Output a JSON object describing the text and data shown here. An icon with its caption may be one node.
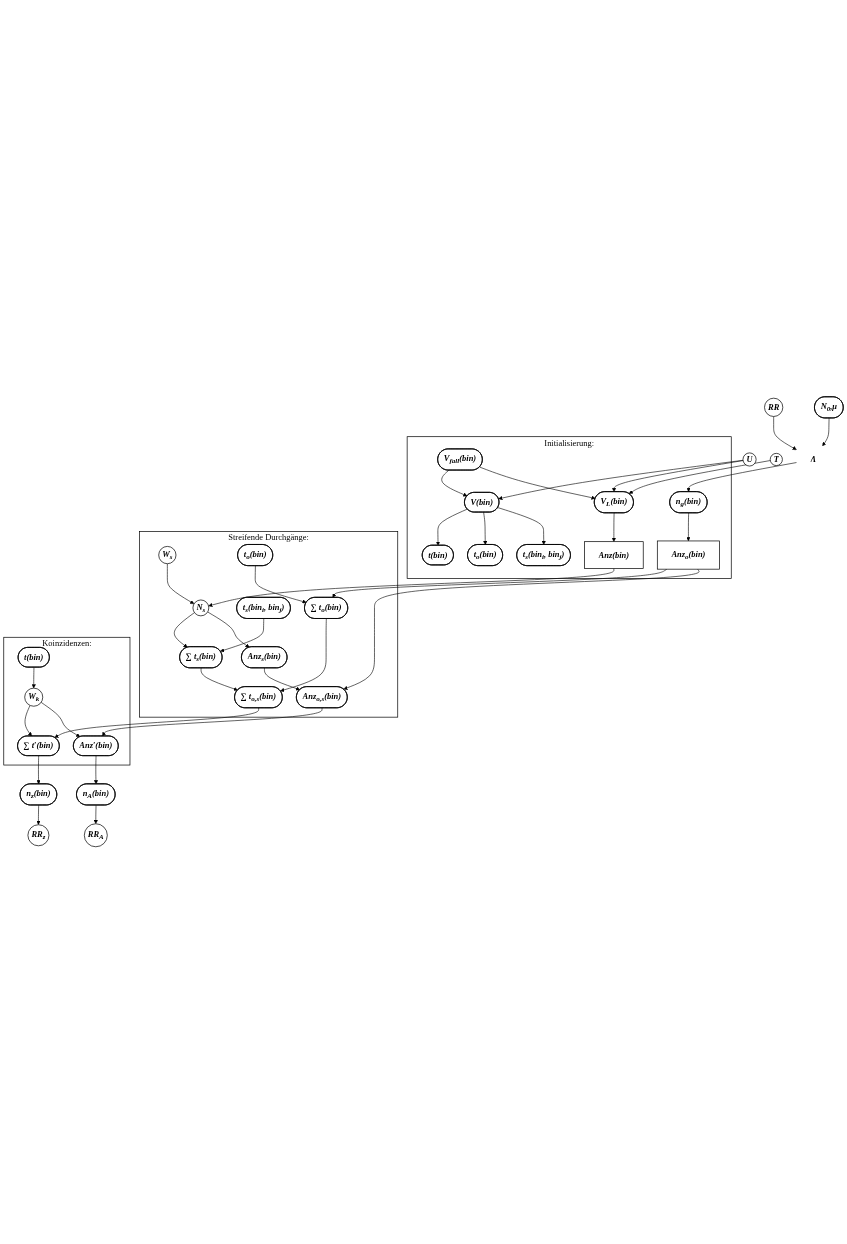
{
  "diagram": {
    "nodes": [
      {
        "text": [
          "U"
        ]
      },
      {
        "text": [
          "T"
        ]
      },
      {
        "text": [
          "RR"
        ]
      },
      {
        "text": [
          "N$_{0}$,μ"
        ]
      },
      {
        "text": [
          "Λ"
        ]
      },
      {
        "text": [
          "Initialisierung:"
        ]
      },
      {
        "text": [
          "V(bin)"
        ],
        "in": 5
      },
      {
        "text": [
          "V$_{fall}$(bin)"
        ],
        "in": 5
      },
      {
        "text": [
          "V$_{L}$(bin)"
        ],
        "in": 5
      },
      {
        "text": [
          "n$_{g}$(bin)"
        ],
        "in": 5
      },
      {
        "text": [
          "t(bin)"
        ],
        "in": 5
      },
      {
        "text": [
          "Anz(bin)"
        ],
        "in": 5
      },
      {
        "text": [
          "Anz$_{o}$(bin)"
        ],
        "in": 5
      },
      {
        "text": [
          "t$_{o}$(bin)"
        ],
        "in": 5
      },
      {
        "text": [
          "t$_{s}$(bin$_{i}$, bin$_{j}$)"
        ],
        "in": 5
      },
      {
        "text": [
          "Streifende Durchgänge:"
        ]
      },
      {
        "text": [
          "W$_{s}$"
        ],
        "in": 15
      },
      {
        "text": [
          "N$_{s}$"
        ],
        "in": 15
      },
      {
        "text": [
          "t$_{s}$(bin$_{i}$, bin$_{j}$)"
        ],
        "in": 15
      },
      {
        "text": [
          "t$_{o}$(bin)"
        ],
        "in": 15
      },
      {
        "text": [
          "∑ t$_{s}$(bin)"
        ],
        "in": 15
      },
      {
        "text": [
          "Anz$_{s}$(bin)"
        ],
        "in": 15
      },
      {
        "text": [
          "∑ t$_{o}$(bin)"
        ],
        "in": 15
      },
      {
        "text": [
          "∑ t$_{o,s}$(bin)"
        ],
        "in": 15
      },
      {
        "text": [
          "Anz$_{o,s}$(bin)"
        ],
        "in": 15
      },
      {
        "text": [
          "Koinzidenzen:"
        ]
      },
      {
        "text": [
          "t(bin)"
        ],
        "in": 25
      },
      {
        "text": [
          "W$_{k}$"
        ],
        "in": 25
      },
      {
        "text": [
          "∑ t′(bin)"
        ],
        "in": 25
      },
      {
        "text": [
          "Anz′(bin)"
        ],
        "in": 25
      },
      {
        "text": [
          "n$_{z}$(bin)"
        ]
      },
      {
        "text": [
          "n$_{A}$(bin)"
        ]
      },
      {
        "text": [
          "RR$_{z}$"
        ]
      },
      {
        "text": [
          "RR$_{A}$"
        ]
      }
    ],
    "edges": [
      {
        "from": 0,
        "to": 6,
        "arrow": "to"
      },
      {
        "from": 0,
        "to": 8,
        "arrow": "to"
      },
      {
        "from": 1,
        "to": 8,
        "arrow": "to"
      },
      {
        "from": 2,
        "to": 4,
        "arrow": "to"
      },
      {
        "from": 3,
        "to": 4,
        "arrow": "to"
      },
      {
        "from": 4,
        "to": 9,
        "arrow": "to"
      },
      {
        "from": 7,
        "to": 6,
        "arrow": "to"
      },
      {
        "from": 7,
        "to": 8,
        "arrow": "to"
      },
      {
        "from": 6,
        "to": 10,
        "arrow": "to"
      },
      {
        "from": 6,
        "to": 13,
        "arrow": "to"
      },
      {
        "from": 6,
        "to": 14,
        "arrow": "to"
      },
      {
        "from": 8,
        "to": 11,
        "arrow": "to"
      },
      {
        "from": 9,
        "to": 12,
        "arrow": "to"
      },
      {
        "from": 11,
        "to": 17,
        "arrow": "to"
      },
      {
        "from": 12,
        "to": 22,
        "arrow": "to"
      },
      {
        "from": 12,
        "to": 24,
        "arrow": "to"
      },
      {
        "from": 16,
        "to": 17,
        "arrow": "to"
      },
      {
        "from": 17,
        "to": 20,
        "arrow": "to"
      },
      {
        "from": 17,
        "to": 21,
        "arrow": "to"
      },
      {
        "from": 18,
        "to": 20,
        "arrow": "to"
      },
      {
        "from": 19,
        "to": 22,
        "arrow": "to"
      },
      {
        "from": 20,
        "to": 23,
        "arrow": "to"
      },
      {
        "from": 22,
        "to": 23,
        "arrow": "to"
      },
      {
        "from": 21,
        "to": 24,
        "arrow": "to"
      },
      {
        "from": 23,
        "to": 28,
        "arrow": "to"
      },
      {
        "from": 24,
        "to": 29,
        "arrow": "to"
      },
      {
        "from": 26,
        "to": 27,
        "arrow": "to"
      },
      {
        "from": 27,
        "to": 28,
        "arrow": "to"
      },
      {
        "from": 27,
        "to": 29,
        "arrow": "to"
      },
      {
        "from": 28,
        "to": 30,
        "arrow": "to"
      },
      {
        "from": 29,
        "to": 31,
        "arrow": "to"
      },
      {
        "from": 30,
        "to": 32,
        "arrow": "to"
      },
      {
        "from": 31,
        "to": 33,
        "arrow": "to"
      }
    ]
  }
}
